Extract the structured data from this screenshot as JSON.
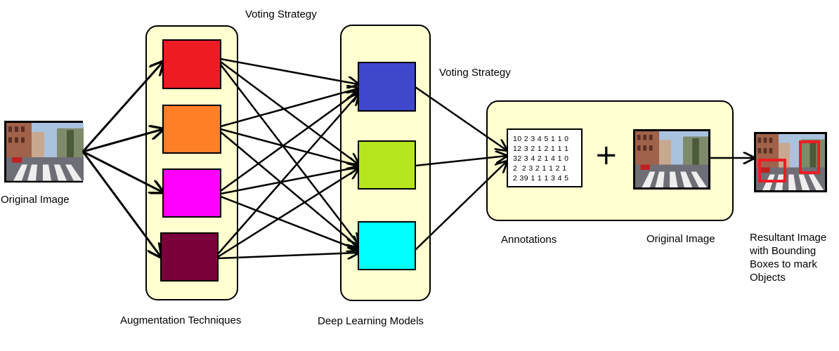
{
  "labels": {
    "voting_strategy_top": "Voting Strategy",
    "voting_strategy_mid": "Voting Strategy",
    "original_image_left": "Original Image",
    "augmentation_techniques": "Augmentation Techniques",
    "deep_learning_models": "Deep Learning Models",
    "annotations": "Annotations",
    "original_image_right": "Original Image",
    "resultant_lines": [
      "Resultant Image",
      "with Bounding",
      "Boxes to mark",
      "Objects"
    ]
  },
  "annotation_rows": [
    "10 2 3 4 5 1 1 0",
    "12 3 2 1 2 1 1 1",
    "32 3 4 2 1 4 1 0",
    "2  2 3 2 1 1 2 1",
    "2 39 1 1 1 3 4 5"
  ],
  "colors": {
    "panel_fill": "#ffffd0",
    "aug_1": "#ed1c24",
    "aug_2": "#ff7f27",
    "aug_3": "#ff00ff",
    "aug_4": "#7a0039",
    "model_1": "#3f48cc",
    "model_2": "#b5e61d",
    "model_3": "#00ffff",
    "bounding_box": "#ed1c24"
  },
  "icons": [
    "street-photo",
    "arrow",
    "plus-sign"
  ]
}
